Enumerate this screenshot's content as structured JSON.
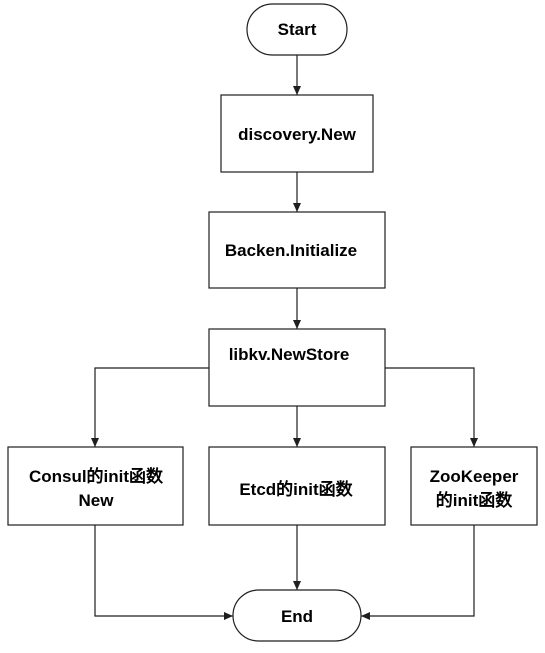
{
  "nodes": {
    "start": "Start",
    "discovery_new": "discovery.New",
    "backend_initialize": "Backen.Initialize",
    "libkv_newstore": "libkv.NewStore",
    "consul_init_line1": "Consul的init函数",
    "consul_init_line2": "New",
    "etcd_init": "Etcd的init函数",
    "zookeeper_init_line1": "ZooKeeper",
    "zookeeper_init_line2": "的init函数",
    "end": "End"
  },
  "colors": {
    "stroke": "#1f1f1f",
    "fill": "#ffffff",
    "text": "#000000"
  }
}
